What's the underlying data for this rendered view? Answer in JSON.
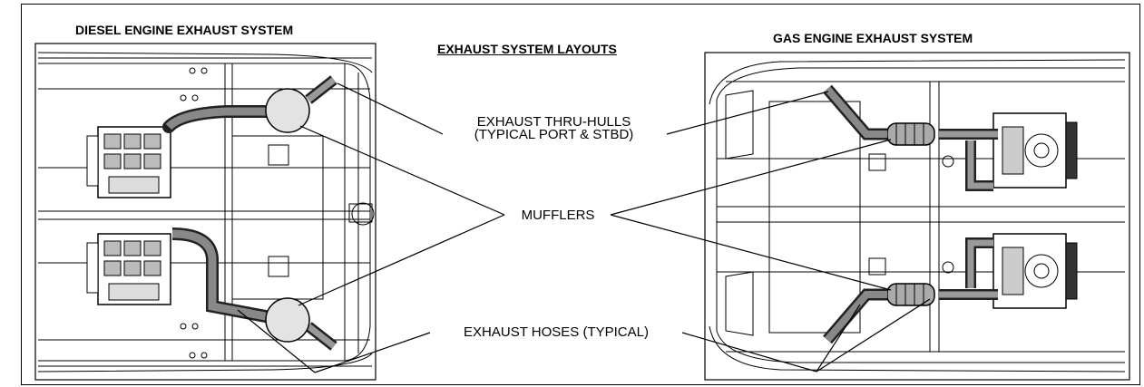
{
  "diesel_title": "DIESEL ENGINE EXHAUST SYSTEM",
  "layouts_title": "EXHAUST SYSTEM LAYOUTS",
  "gas_title": "GAS ENGINE EXHAUST SYSTEM",
  "labels": {
    "thru_hulls_line1": "EXHAUST THRU-HULLS",
    "thru_hulls_line2": "(TYPICAL PORT & STBD)",
    "mufflers": "MUFFLERS",
    "hoses": "EXHAUST HOSES (TYPICAL)"
  }
}
